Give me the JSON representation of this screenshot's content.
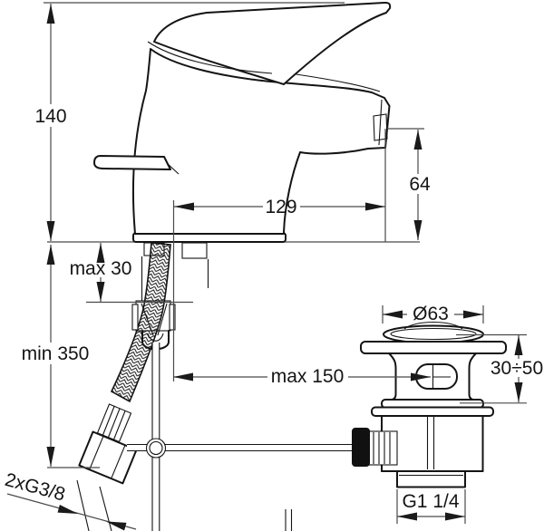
{
  "drawing": {
    "labels": {
      "total_height": "140",
      "deck_thickness": "max 30",
      "hose_length": "min 350",
      "spout_reach": "129",
      "spout_height": "64",
      "rod_reach": "max 150",
      "waste_flange_diameter": "Ø63",
      "waste_clamp_range": "30÷50",
      "supply_thread": "2xG3/8",
      "waste_thread": "G1 1/4"
    },
    "colors": {
      "line": "#141414",
      "dimension_line": "#4a4a4a",
      "background": "#ffffff"
    }
  }
}
